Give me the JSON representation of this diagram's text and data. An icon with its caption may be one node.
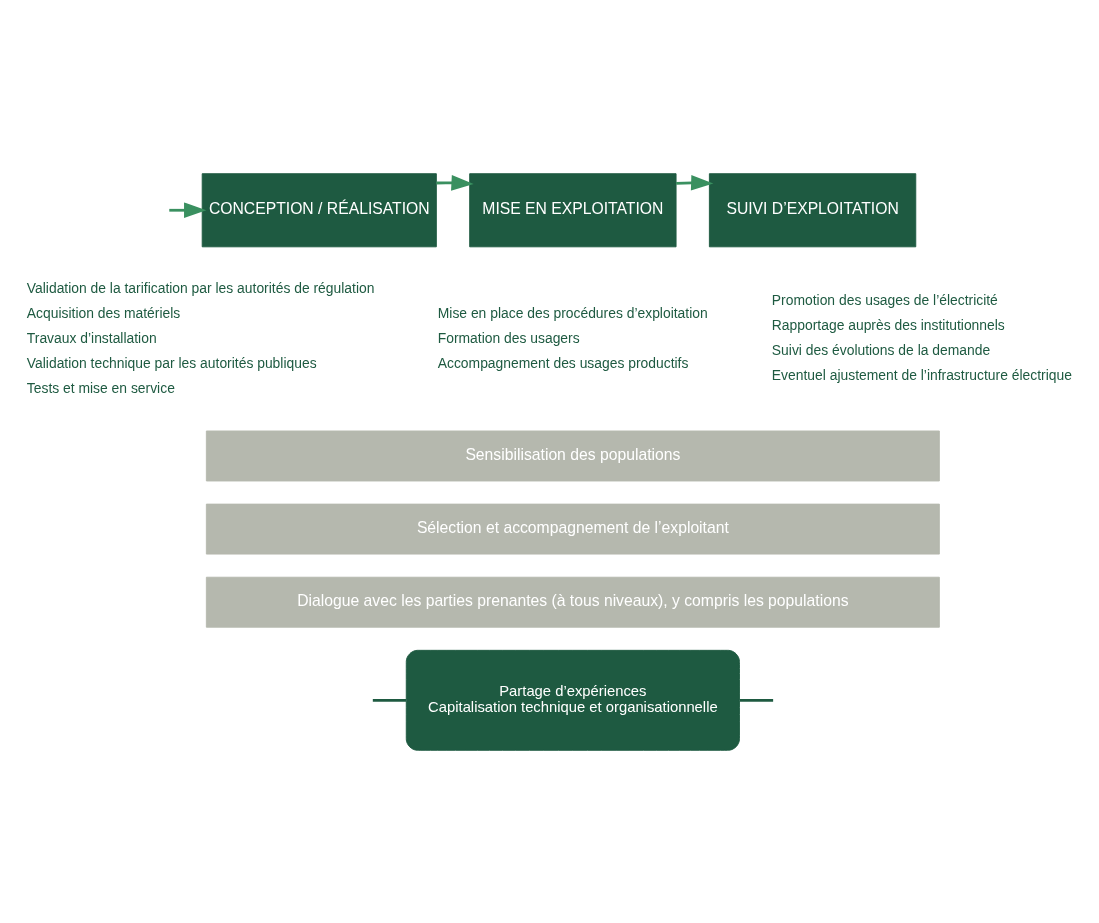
{
  "diagram": {
    "nodes": [
      {
        "text": [
          "CONCEPTION / RÉALISATION"
        ],
        "beside": [
          "Validation de la tarification par les autorités de régulation",
          "Acquisition des matériels",
          "Travaux d’installation",
          "Validation technique par les autorités publiques",
          "Tests et mise en service"
        ]
      },
      {
        "text": [
          "MISE EN EXPLOITATION"
        ],
        "beside": [
          "Mise en place des procédures d’exploitation",
          "Formation des usagers",
          "Accompagnement des usages productifs"
        ]
      },
      {
        "text": [
          "SUIVI D’EXPLOITATION"
        ],
        "beside": [
          "Promotion des usages de l’électricité",
          "Rapportage auprès des institutionnels",
          "Suivi des évolutions de la demande",
          "Eventuel ajustement de l’infrastructure électrique"
        ]
      },
      {
        "text": [
          "Sensibilisation des populations"
        ]
      },
      {
        "text": [
          "Sélection et accompagnement de l’exploitant"
        ]
      },
      {
        "text": [
          "Dialogue avec les parties prenantes (à tous niveaux), y compris les populations"
        ]
      },
      {
        "text": [
          "Partage d’expériences",
          "Capitalisation technique et organisationnelle"
        ]
      }
    ],
    "edges": [
      {
        "from": null,
        "to": 0,
        "arrow": "to"
      },
      {
        "from": 0,
        "to": 1,
        "arrow": "to"
      },
      {
        "from": 1,
        "to": 2,
        "arrow": "to"
      },
      {
        "from": null,
        "to": 6,
        "arrow": "none",
        "color": "#1e5a41"
      },
      {
        "from": 6,
        "to": null,
        "arrow": "none",
        "color": "#1e5a41"
      }
    ]
  }
}
